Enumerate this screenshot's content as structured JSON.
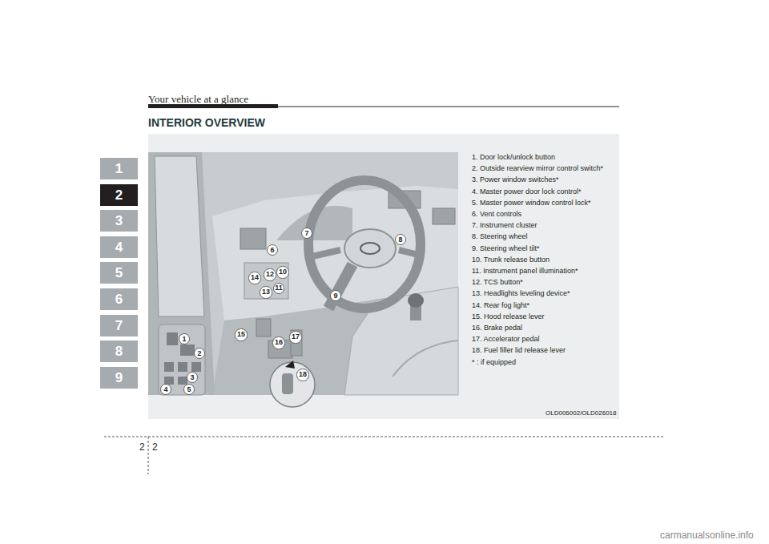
{
  "diagram": {
    "title": "INTERIOR OVERVIEW",
    "nodes": [
      {
        "text": [
          "1"
        ]
      },
      {
        "text": [
          "2"
        ]
      },
      {
        "text": [
          "3"
        ]
      },
      {
        "text": [
          "4"
        ]
      },
      {
        "text": [
          "5"
        ]
      },
      {
        "text": [
          "6"
        ]
      },
      {
        "text": [
          "7"
        ]
      },
      {
        "text": [
          "8"
        ]
      },
      {
        "text": [
          "9"
        ]
      },
      {
        "text": [
          "1"
        ]
      },
      {
        "text": [
          "2"
        ]
      },
      {
        "text": [
          "3"
        ]
      },
      {
        "text": [
          "4"
        ]
      },
      {
        "text": [
          "5"
        ]
      },
      {
        "text": [
          "6"
        ]
      },
      {
        "text": [
          "7"
        ]
      },
      {
        "text": [
          "8"
        ]
      },
      {
        "text": [
          "9"
        ]
      },
      {
        "text": [
          "10"
        ]
      },
      {
        "text": [
          "11"
        ]
      },
      {
        "text": [
          "12"
        ]
      },
      {
        "text": [
          "13"
        ]
      },
      {
        "text": [
          "14"
        ]
      },
      {
        "text": [
          "15"
        ]
      },
      {
        "text": [
          "16"
        ]
      },
      {
        "text": [
          "17"
        ]
      },
      {
        "text": [
          "18"
        ]
      }
    ],
    "labels": [
      "Your vehicle at a glance",
      "1. Door lock/unlock button",
      "2. Outside rearview mirror control switch*",
      "3. Power window switches*",
      "4. Master power door lock control*",
      "5. Master power window control lock*",
      "6. Vent controls",
      "7. Instrument cluster",
      "8. Steering wheel",
      "9. Steering wheel tilt*",
      "10. Trunk release button",
      "11. Instrument panel illumination*",
      "12. TCS button*",
      "13. Headlights leveling device*",
      "14. Rear fog light*",
      "15. Hood release lever",
      "16. Brake pedal",
      "17. Accelerator pedal",
      "18. Fuel filler lid release lever",
      "* : if equipped",
      "OLD006002/OLD026018",
      "2",
      "2",
      "carmanualsonline.info"
    ]
  }
}
